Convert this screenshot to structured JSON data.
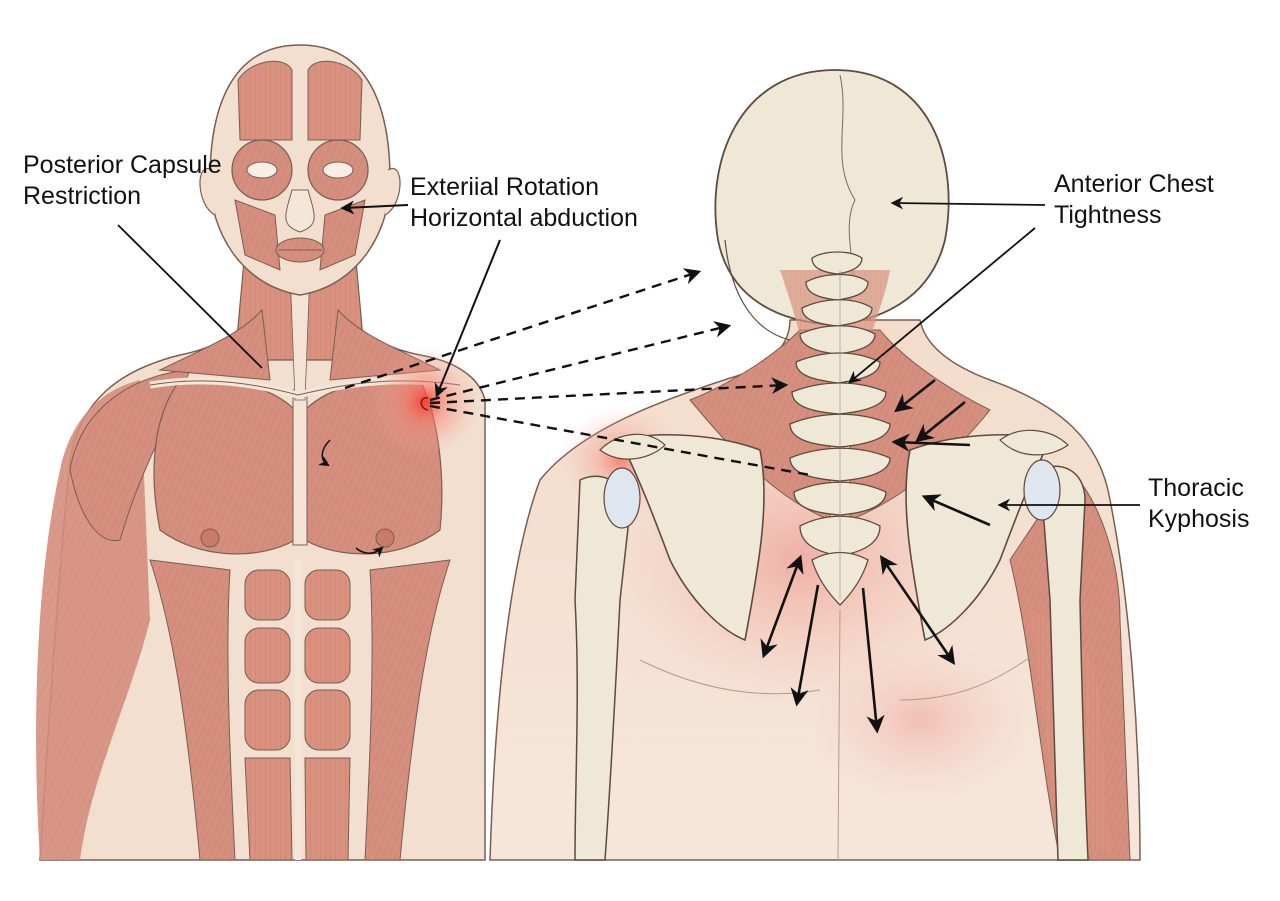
{
  "diagram": {
    "type": "anatomical-illustration",
    "panels": [
      {
        "id": "anterior",
        "description": "Front view of human torso and head showing musculature"
      },
      {
        "id": "posterior",
        "description": "Back view showing skull, cervical/thoracic spine, scapulae and trapezius"
      }
    ],
    "labels": [
      {
        "id": "posterior-capsule",
        "lines": [
          "Posterior Capsule",
          "Restriction"
        ]
      },
      {
        "id": "external-rotation",
        "lines": [
          "Exteriial Rotation",
          "Horizontal abduction"
        ]
      },
      {
        "id": "anterior-chest",
        "lines": [
          "Anterior Chest",
          "Tightness"
        ]
      },
      {
        "id": "thoracic-kyphosis",
        "lines": [
          "Thoracic",
          "Kyphosis"
        ]
      }
    ],
    "highlight": {
      "name": "shoulder-pain-point",
      "color": "#e8403a"
    },
    "colors": {
      "muscle": "#d99585",
      "muscle_dark": "#c27466",
      "skin": "#f1ddcc",
      "bone": "#efe8d6",
      "outline": "#6b5348",
      "arrow": "#111111",
      "inflammation": "#f2a39a"
    }
  }
}
